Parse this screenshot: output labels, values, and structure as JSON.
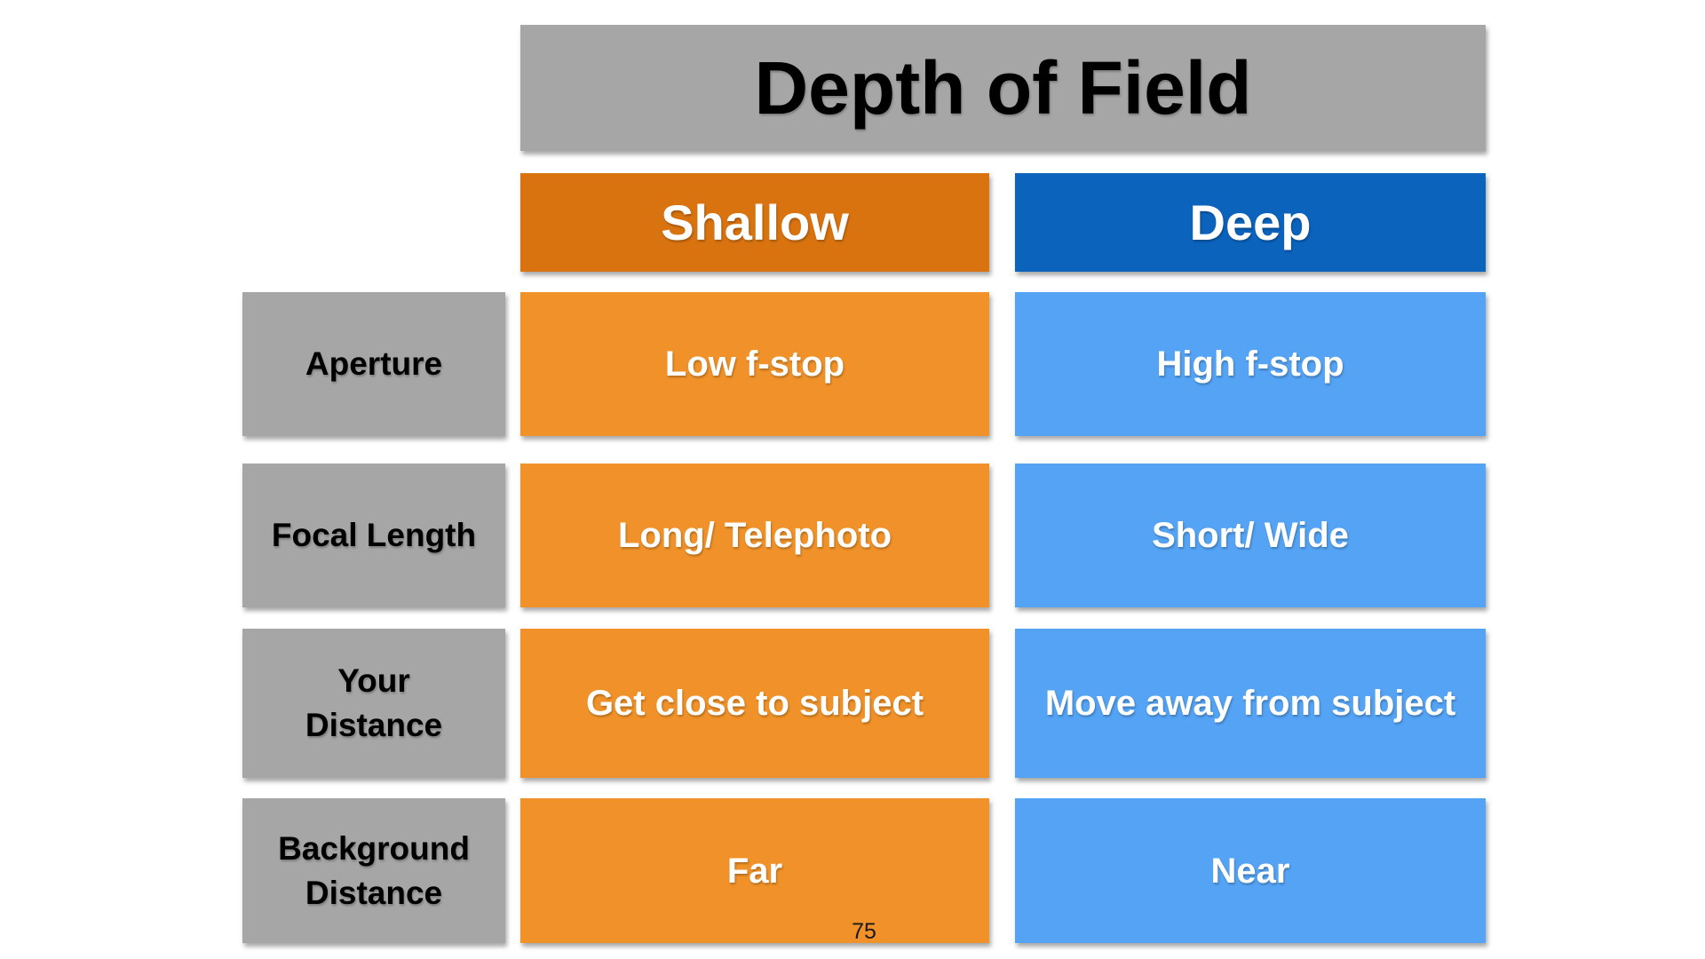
{
  "slide": {
    "title": "Depth of Field",
    "page_number": "75"
  },
  "table": {
    "column_headers": [
      {
        "label": "Shallow"
      },
      {
        "label": "Deep"
      }
    ],
    "rows": [
      {
        "label": "Aperture",
        "shallow": "Low f-stop",
        "deep": "High f-stop"
      },
      {
        "label": "Focal Length",
        "shallow": "Long/ Telephoto",
        "deep": "Short/ Wide"
      },
      {
        "label": "Your\nDistance",
        "shallow": "Get close to subject",
        "deep": "Move away from subject"
      },
      {
        "label": "Background\nDistance",
        "shallow": "Far",
        "deep": "Near"
      }
    ]
  },
  "colors": {
    "title_and_label_gray": "#A6A6A6",
    "shallow_header_orange": "#D9730F",
    "shallow_cell_orange": "#F09229",
    "deep_header_blue": "#0B63BC",
    "deep_cell_blue": "#54A3F4",
    "background": "#FFFFFF",
    "label_text": "#000000",
    "cell_text": "#FFFFFF"
  }
}
